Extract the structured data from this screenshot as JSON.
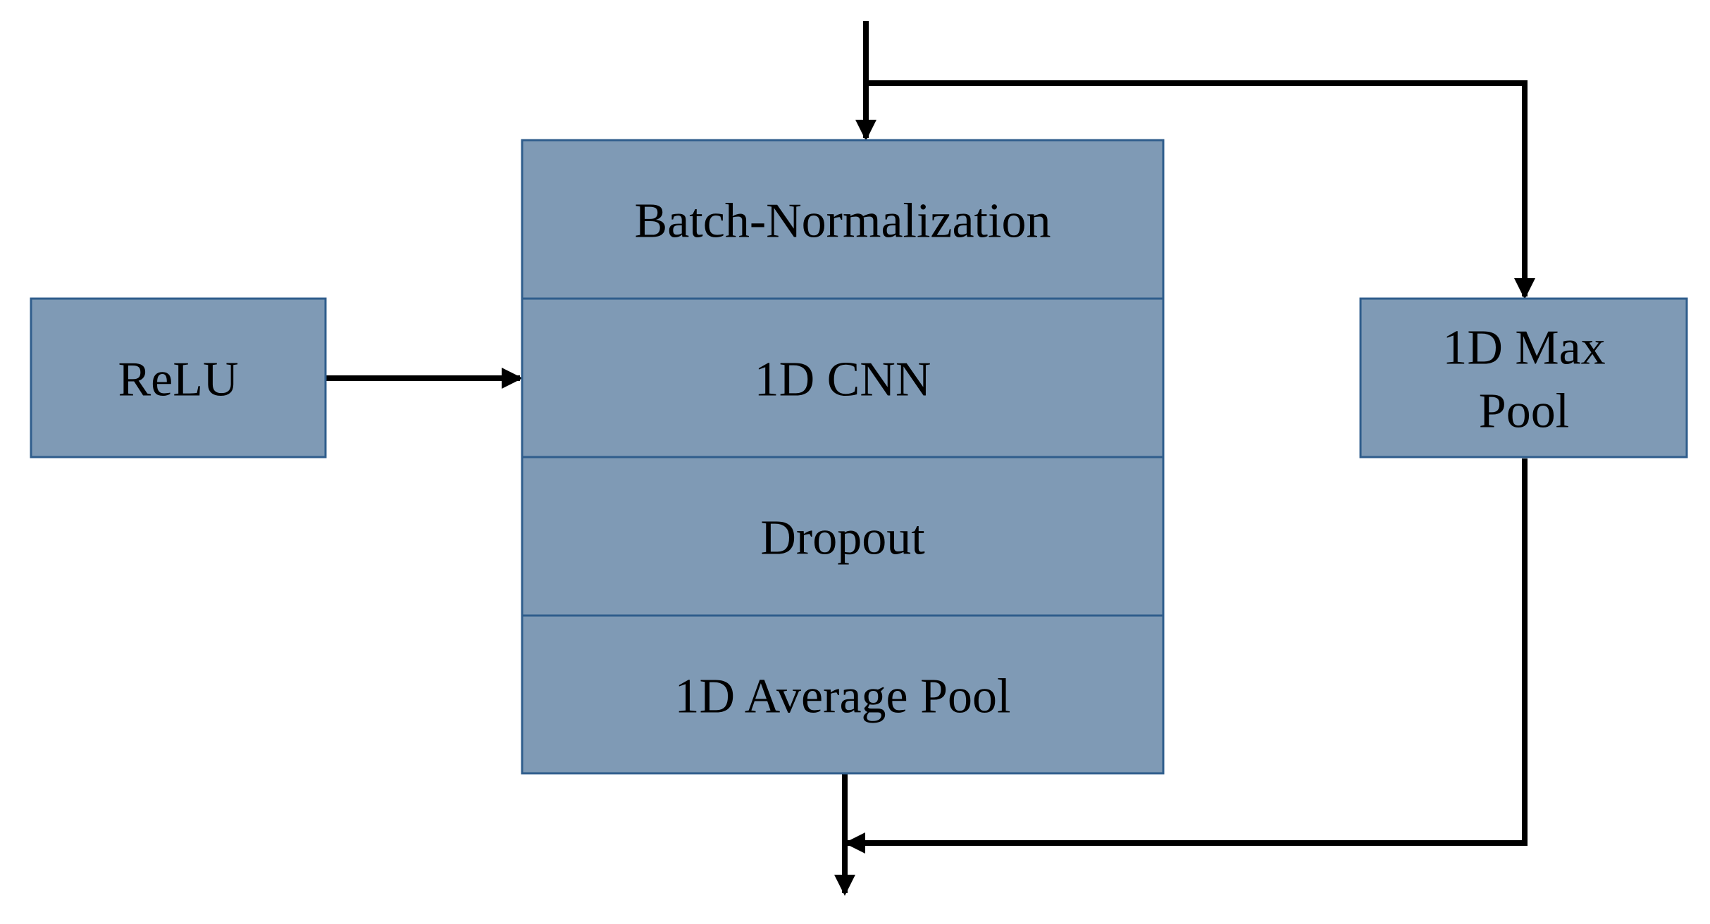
{
  "diagram": {
    "stack": {
      "layers": [
        "Batch-Normalization",
        "1D CNN",
        "Dropout",
        "1D Average Pool"
      ]
    },
    "relu": {
      "label": "ReLU"
    },
    "maxpool": {
      "line1": "1D Max",
      "line2": "Pool"
    },
    "colors": {
      "block_fill": "#7f9ab5",
      "block_border": "#2f5d8c",
      "connector": "#000000"
    }
  }
}
